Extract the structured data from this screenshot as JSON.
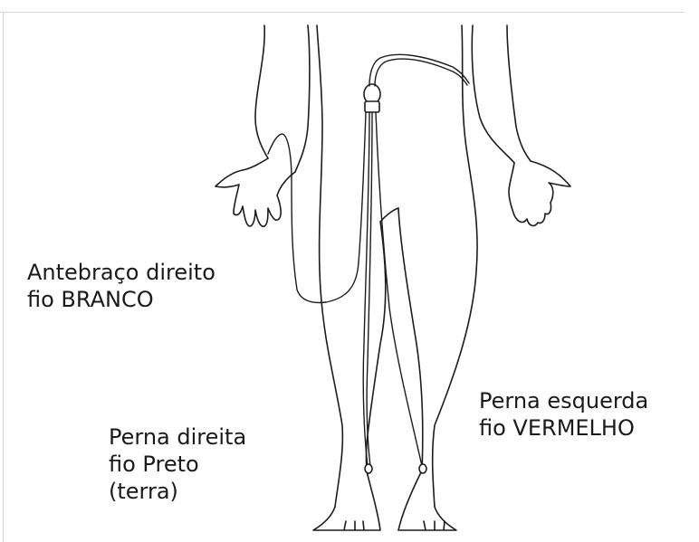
{
  "labels": {
    "right_forearm": {
      "line1": "Antebraço direito",
      "line2": "fio BRANCO"
    },
    "right_leg": {
      "line1": "Perna direita",
      "line2": "fio Preto",
      "line3": "(terra)"
    },
    "left_leg": {
      "line1": "Perna esquerda",
      "line2": "fio VERMELHO"
    }
  }
}
